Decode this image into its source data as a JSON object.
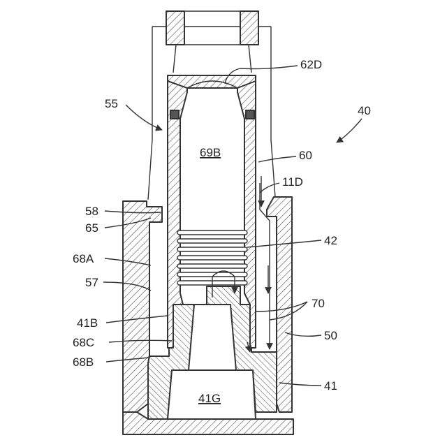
{
  "labels": {
    "l62D": "62D",
    "l55": "55",
    "l40": "40",
    "l69B": "69B",
    "l60": "60",
    "l11D": "11D",
    "l58": "58",
    "l65": "65",
    "l42": "42",
    "l68A": "68A",
    "l57": "57",
    "l70": "70",
    "l41B": "41B",
    "l50": "50",
    "l68C": "68C",
    "l68B": "68B",
    "l41": "41",
    "l41G": "41G"
  }
}
